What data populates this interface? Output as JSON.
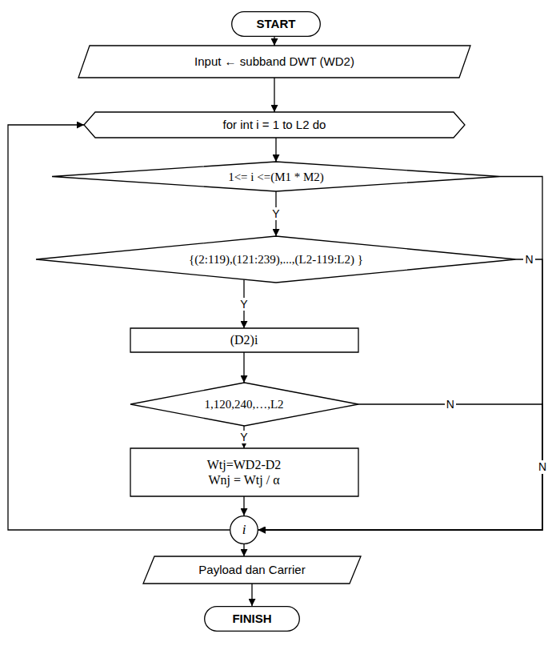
{
  "diagram": {
    "nodes": [
      {
        "text": [
          "START"
        ]
      },
      {
        "text": [
          "Input ← subband DWT (WD2)"
        ]
      },
      {
        "text": [
          "for int i = 1 to L2 do"
        ]
      },
      {
        "text": [
          "1<= i <=(M1 * M2)"
        ]
      },
      {
        "text": [
          "{(2:119),(121:239),...,(L2-119:L2) }"
        ]
      },
      {
        "text": [
          "(D2)i"
        ]
      },
      {
        "text": [
          "1,120,240,…,L2"
        ]
      },
      {
        "text": [
          "Wtj=WD2-D2",
          "Wnj = Wtj / α"
        ]
      },
      {
        "text": [
          "i"
        ]
      },
      {
        "text": [
          "Payload dan Carrier"
        ]
      },
      {
        "text": [
          "FINISH"
        ]
      }
    ],
    "edges": [
      {
        "from": 0,
        "to": 1,
        "arrow": "to"
      },
      {
        "from": 1,
        "to": 2,
        "arrow": "to"
      },
      {
        "from": 2,
        "to": 3,
        "arrow": "to"
      },
      {
        "from": 3,
        "to": 4,
        "label": "Y",
        "arrow": "to"
      },
      {
        "from": 4,
        "to": 5,
        "label": "Y",
        "arrow": "to"
      },
      {
        "from": 5,
        "to": 6,
        "arrow": "to"
      },
      {
        "from": 6,
        "to": 7,
        "label": "Y",
        "arrow": "to"
      },
      {
        "from": 7,
        "to": 8,
        "arrow": "to"
      },
      {
        "from": 3,
        "to": 8,
        "label": "N",
        "arrow": "to"
      },
      {
        "from": 4,
        "to": 8,
        "label": "N",
        "arrow": "to"
      },
      {
        "from": 6,
        "to": 8,
        "label": "N",
        "arrow": "to"
      },
      {
        "from": 8,
        "to": 2,
        "arrow": "to"
      },
      {
        "from": 8,
        "to": 9,
        "arrow": "to"
      },
      {
        "from": 9,
        "to": 10,
        "arrow": "to"
      }
    ]
  }
}
